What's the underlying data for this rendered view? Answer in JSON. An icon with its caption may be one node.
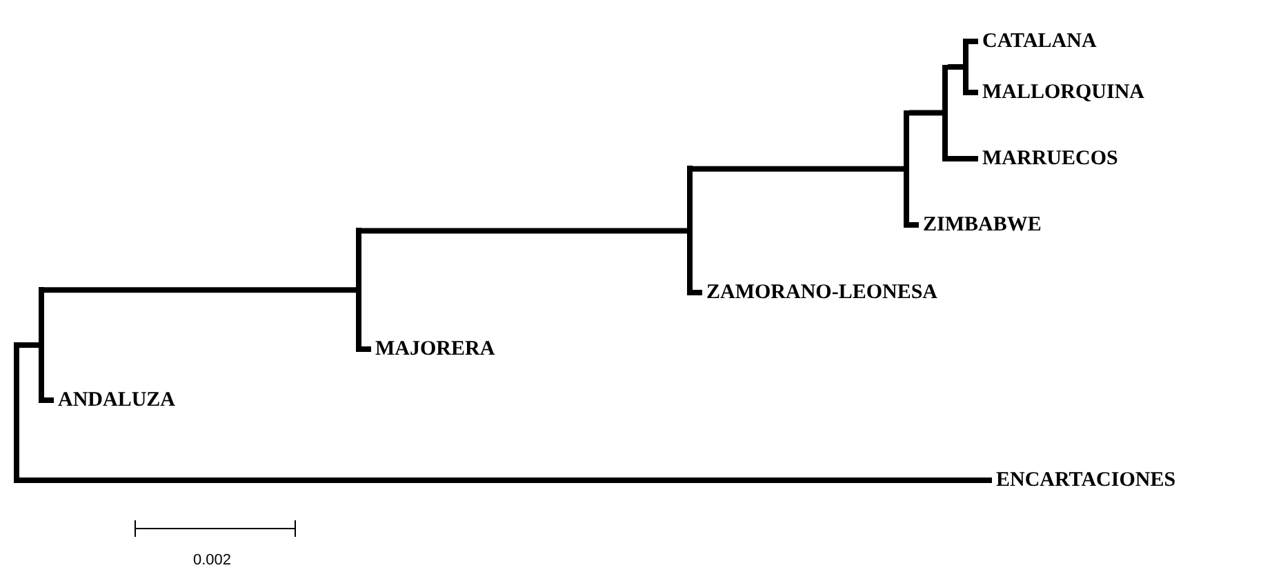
{
  "diagram": {
    "nodes": [
      {
        "text": [
          "CATALANA"
        ]
      },
      {
        "text": [
          "MALLORQUINA"
        ]
      },
      {
        "text": [
          "MARRUECOS"
        ]
      },
      {
        "text": [
          "ZIMBABWE"
        ]
      },
      {
        "text": [
          "ZAMORANO-LEONESA"
        ]
      },
      {
        "text": [
          "MAJORERA"
        ]
      },
      {
        "text": [
          "ANDALUZA"
        ]
      },
      {
        "text": [
          "ENCARTACIONES"
        ]
      },
      {
        "text": [],
        "shape": "bar"
      },
      {
        "text": [],
        "shape": "bar"
      },
      {
        "text": [],
        "shape": "bar"
      },
      {
        "text": [],
        "shape": "bar"
      },
      {
        "text": [],
        "shape": "bar"
      },
      {
        "text": [],
        "shape": "bar"
      },
      {
        "text": [],
        "shape": "bar"
      }
    ],
    "edges": [
      {
        "from": 8,
        "to": 9,
        "arrow": "none"
      },
      {
        "from": 8,
        "to": 7,
        "arrow": "none"
      },
      {
        "from": 9,
        "to": 10,
        "arrow": "none"
      },
      {
        "from": 9,
        "to": 6,
        "arrow": "none"
      },
      {
        "from": 10,
        "to": 11,
        "arrow": "none"
      },
      {
        "from": 10,
        "to": 5,
        "arrow": "none"
      },
      {
        "from": 11,
        "to": 12,
        "arrow": "none"
      },
      {
        "from": 11,
        "to": 4,
        "arrow": "none"
      },
      {
        "from": 12,
        "to": 13,
        "arrow": "none"
      },
      {
        "from": 12,
        "to": 3,
        "arrow": "none"
      },
      {
        "from": 13,
        "to": 14,
        "arrow": "none"
      },
      {
        "from": 13,
        "to": 2,
        "arrow": "none"
      },
      {
        "from": 14,
        "to": 0,
        "arrow": "none"
      },
      {
        "from": 14,
        "to": 1,
        "arrow": "none"
      }
    ],
    "labels": [
      "0.002"
    ]
  }
}
